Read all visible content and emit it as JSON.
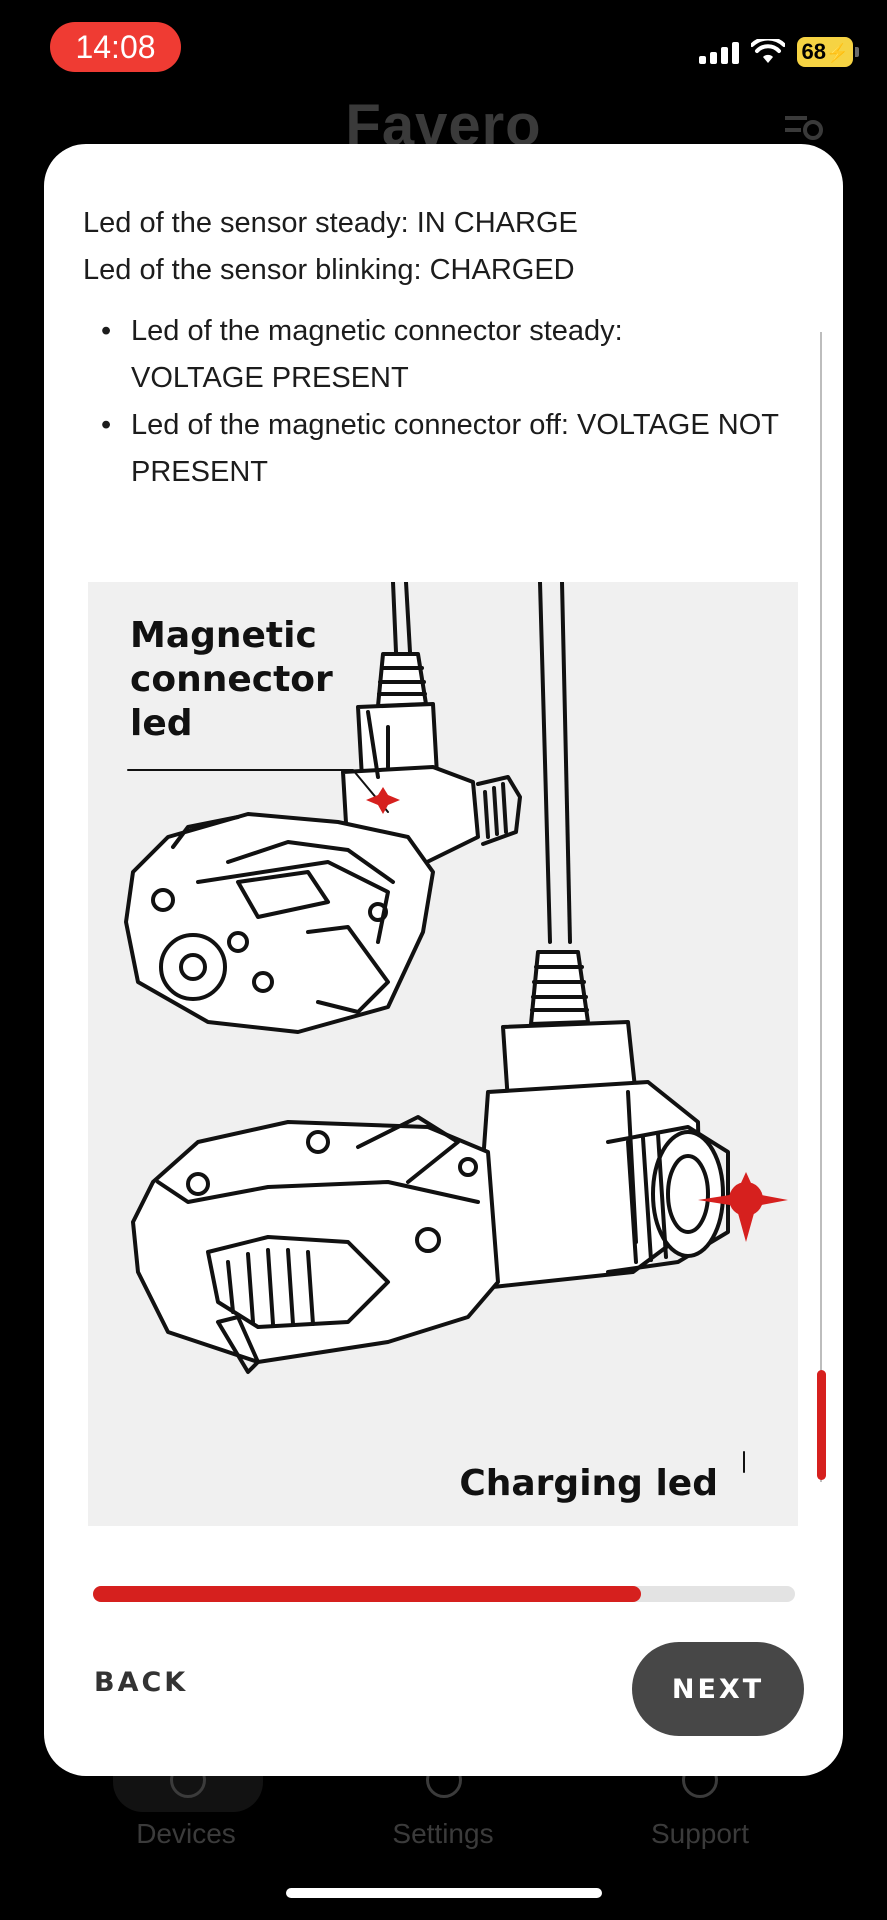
{
  "status_bar": {
    "time": "14:08",
    "battery_level": "68",
    "icons": [
      "cellular-signal-icon",
      "wifi-icon",
      "battery-charging-icon"
    ]
  },
  "background_app": {
    "logo": "Favero",
    "tabs": [
      {
        "label": "Devices",
        "icon": "devices-icon"
      },
      {
        "label": "Settings",
        "icon": "gear-icon"
      },
      {
        "label": "Support",
        "icon": "support-icon"
      }
    ]
  },
  "modal": {
    "lines": [
      "Led of the sensor steady: IN CHARGE",
      "Led of the sensor blinking: CHARGED"
    ],
    "bullets": [
      "Led of the magnetic connector steady: VOLTAGE PRESENT",
      "Led of the magnetic connector off: VOLTAGE NOT PRESENT"
    ],
    "illustration": {
      "label_magnetic": "Magnetic connector led",
      "label_charging": "Charging led"
    },
    "progress": 0.78,
    "back_label": "BACK",
    "next_label": "NEXT"
  },
  "colors": {
    "accent": "#d6201e",
    "status_time_bg": "#ef3b33",
    "battery": "#f6d343",
    "next_button": "#474747"
  }
}
